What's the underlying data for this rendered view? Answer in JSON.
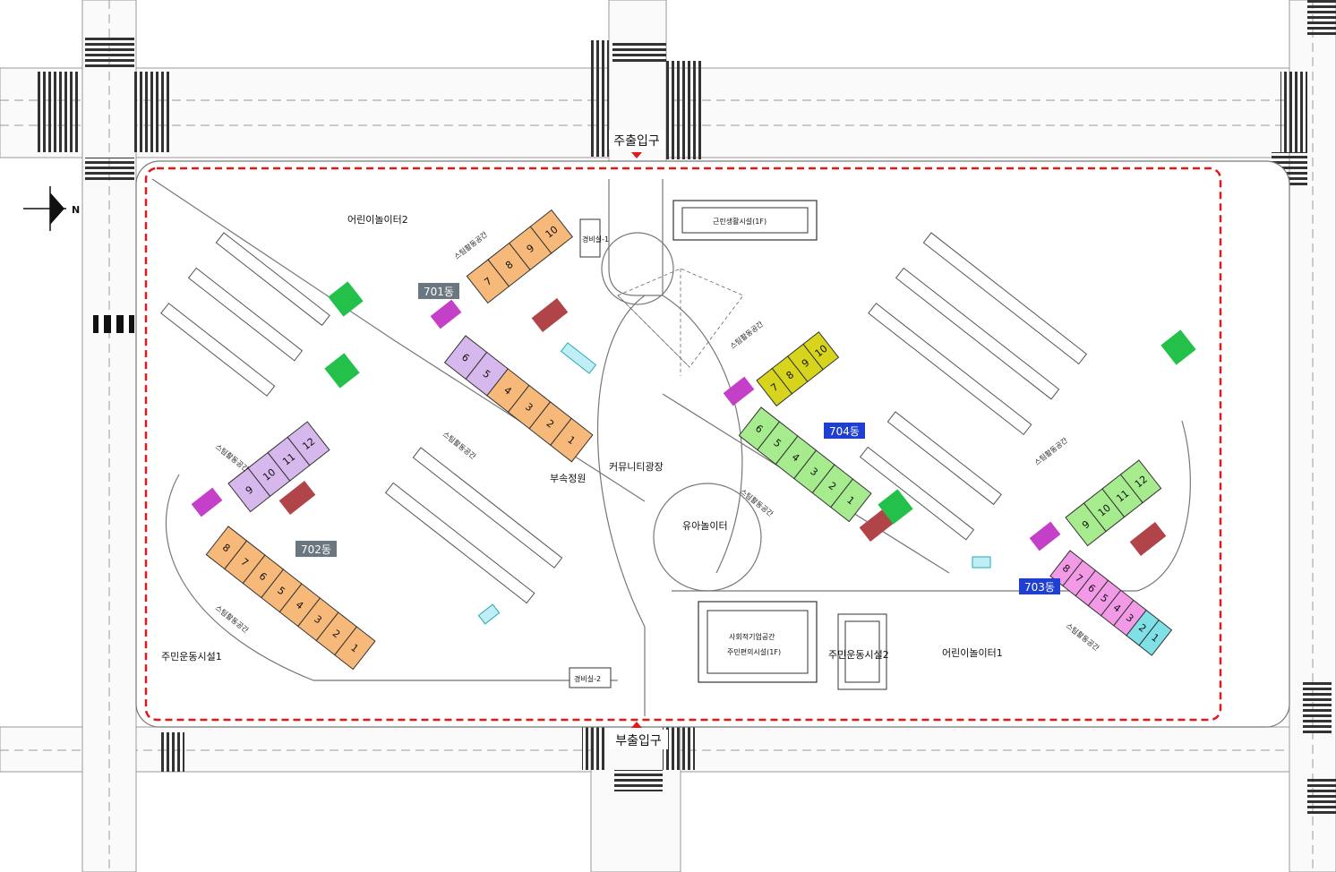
{
  "entrances": {
    "main": "주출입구",
    "sub": "부출입구"
  },
  "north_label": "N",
  "buildings": {
    "b701": {
      "label": "701동",
      "tag_color": "#6a7680",
      "units_top": [
        "10",
        "9",
        "8",
        "7"
      ],
      "units_bottom": [
        "6",
        "5",
        "4",
        "3",
        "2",
        "1"
      ]
    },
    "b702": {
      "label": "702동",
      "tag_color": "#6a7680",
      "units_top": [
        "12",
        "11",
        "10",
        "9"
      ],
      "units_bottom": [
        "8",
        "7",
        "6",
        "5",
        "4",
        "3",
        "2",
        "1"
      ]
    },
    "b703": {
      "label": "703동",
      "tag_color": "#1f3fd1",
      "units_top": [
        "12",
        "11",
        "10",
        "9"
      ],
      "units_bottom": [
        "8",
        "7",
        "6",
        "5",
        "4",
        "3",
        "2",
        "1"
      ]
    },
    "b704": {
      "label": "704동",
      "tag_color": "#1f3fd1",
      "units_top": [
        "10",
        "9",
        "8",
        "7"
      ],
      "units_bottom": [
        "6",
        "5",
        "4",
        "3",
        "2",
        "1"
      ]
    }
  },
  "facilities": {
    "playground2": "어린이놀이터2",
    "playground1": "어린이놀이터1",
    "guard1": "경비실-1",
    "guard2": "경비실-2",
    "neighborhood": "근린생활시설(1F)",
    "community_plaza": "커뮤니티광장",
    "annex_garden": "부속정원",
    "toddler_play": "유아놀이터",
    "fitness1": "주민운동시설1",
    "fitness2": "주민운동시설2",
    "social_line1": "사회적기업공간",
    "social_line2": "주민편의시설(1F)",
    "pilotis": "스팀활동공간"
  },
  "colors": {
    "boundary": "#e01919",
    "orange_unit": "#f7b97a",
    "purple_unit": "#d7b8ec",
    "green_unit": "#a6ec8e",
    "yellow_unit": "#d6d41c",
    "pink_unit": "#f39ae6",
    "cyan_unit": "#7fe0e6",
    "magenta_block": "#c540c8",
    "recycle_green": "#23c04a",
    "bike_red": "#b04448"
  }
}
